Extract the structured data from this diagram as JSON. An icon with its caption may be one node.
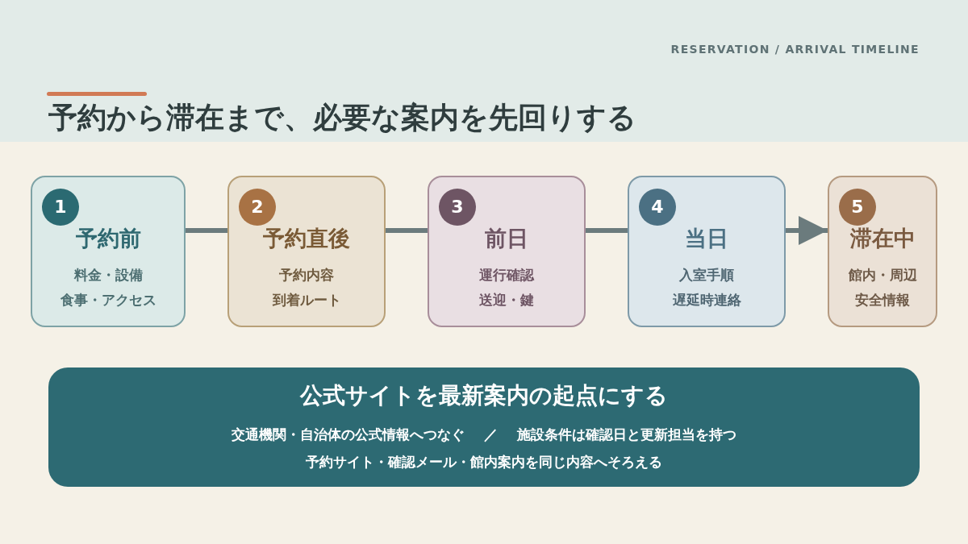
{
  "diagram": {
    "title": "予約から滞在まで、必要な案内を先回りする",
    "nodes": [
      {
        "text": [
          "1",
          "予約前",
          "料金・設備",
          "食事・アクセス"
        ]
      },
      {
        "text": [
          "2",
          "予約直後",
          "予約内容",
          "到着ルート"
        ]
      },
      {
        "text": [
          "3",
          "前日",
          "運行確認",
          "送迎・鍵"
        ]
      },
      {
        "text": [
          "4",
          "当日",
          "入室手順",
          "遅延時連絡"
        ]
      },
      {
        "text": [
          "5",
          "滞在中",
          "館内・周辺",
          "安全情報"
        ]
      },
      {
        "text": [
          "公式サイトを最新案内の起点にする",
          "交通機関・自治体の公式情報へつなぐ",
          "／",
          "施設条件は確認日と更新担当を持つ",
          "予約サイト・確認メール・館内案内を同じ内容へそろえる"
        ]
      }
    ],
    "edges": [
      {
        "from": 0,
        "to": 1,
        "arrow": "none"
      },
      {
        "from": 1,
        "to": 2,
        "arrow": "none"
      },
      {
        "from": 2,
        "to": 3,
        "arrow": "none"
      },
      {
        "from": 3,
        "to": 4,
        "arrow": "to"
      }
    ],
    "labels": [
      "RESERVATION / ARRIVAL TIMELINE"
    ]
  }
}
